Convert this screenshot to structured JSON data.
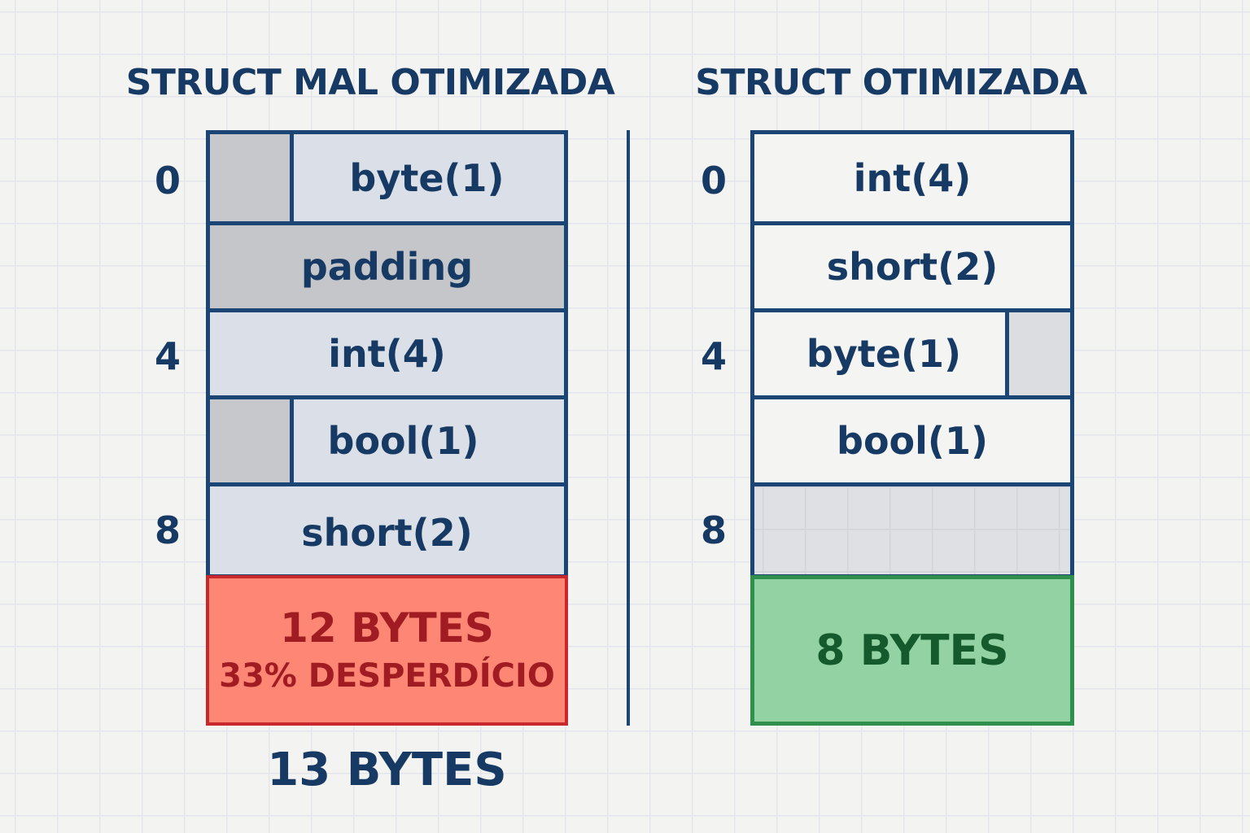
{
  "left": {
    "title": "STRUCT MAL OTIMIZADA",
    "offsets": [
      "0",
      "4",
      "8"
    ],
    "rows": [
      {
        "label": "byte(1)"
      },
      {
        "label": "padding"
      },
      {
        "label": "int(4)"
      },
      {
        "label": "bool(1)"
      },
      {
        "label": "short(2)"
      }
    ],
    "total": {
      "size": "12 BYTES",
      "waste": "33% DESPERDÍCIO"
    },
    "footer": "13 BYTES"
  },
  "right": {
    "title": "STRUCT OTIMIZADA",
    "offsets": [
      "0",
      "4",
      "8"
    ],
    "rows": [
      {
        "label": "int(4)"
      },
      {
        "label": "short(2)"
      },
      {
        "label": "byte(1)"
      },
      {
        "label": "bool(1)"
      }
    ],
    "total": {
      "size": "8 BYTES"
    }
  },
  "colors": {
    "navy": "#163a63",
    "bad_fill": "#fd8675",
    "bad_text": "#a01c22",
    "good_fill": "#93d3a3",
    "good_text": "#145a2c"
  }
}
